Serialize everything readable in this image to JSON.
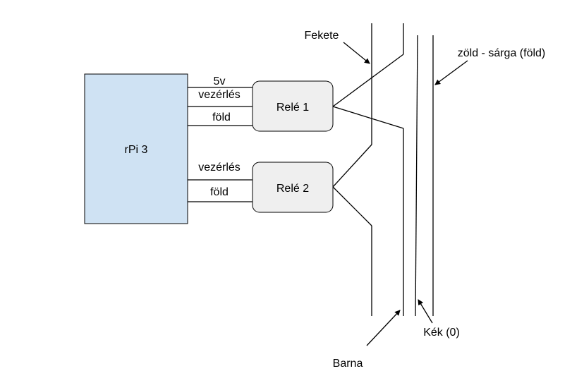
{
  "diagram": {
    "nodes": {
      "rpi": {
        "label": "rPi 3",
        "color": "#cfe2f3"
      },
      "rele1": {
        "label": "Relé 1",
        "color": "#efefef"
      },
      "rele2": {
        "label": "Relé 2",
        "color": "#efefef"
      }
    },
    "connections": {
      "rele1": {
        "power_label": "5v",
        "control_label": "vezérlés",
        "ground_label": "föld"
      },
      "rele2": {
        "control_label": "vezérlés",
        "ground_label": "föld"
      }
    },
    "wires": {
      "black": "Fekete",
      "brown": "Barna",
      "blue": "Kék (0)",
      "green_yellow": "zöld - sárga (föld)"
    },
    "colors": {
      "stroke": "#000000",
      "rpi_fill": "#cfe2f3",
      "relay_fill": "#efefef"
    }
  }
}
